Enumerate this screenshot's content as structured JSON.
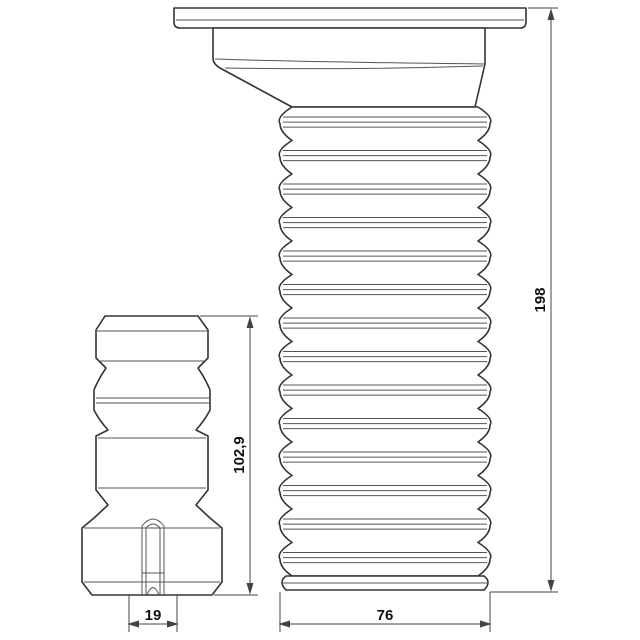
{
  "dimensions": {
    "total_height": "198",
    "bumper_height": "102,9",
    "bumper_diameter": "19",
    "boot_diameter": "76"
  },
  "colors": {
    "line": "#333333",
    "background": "#ffffff"
  }
}
